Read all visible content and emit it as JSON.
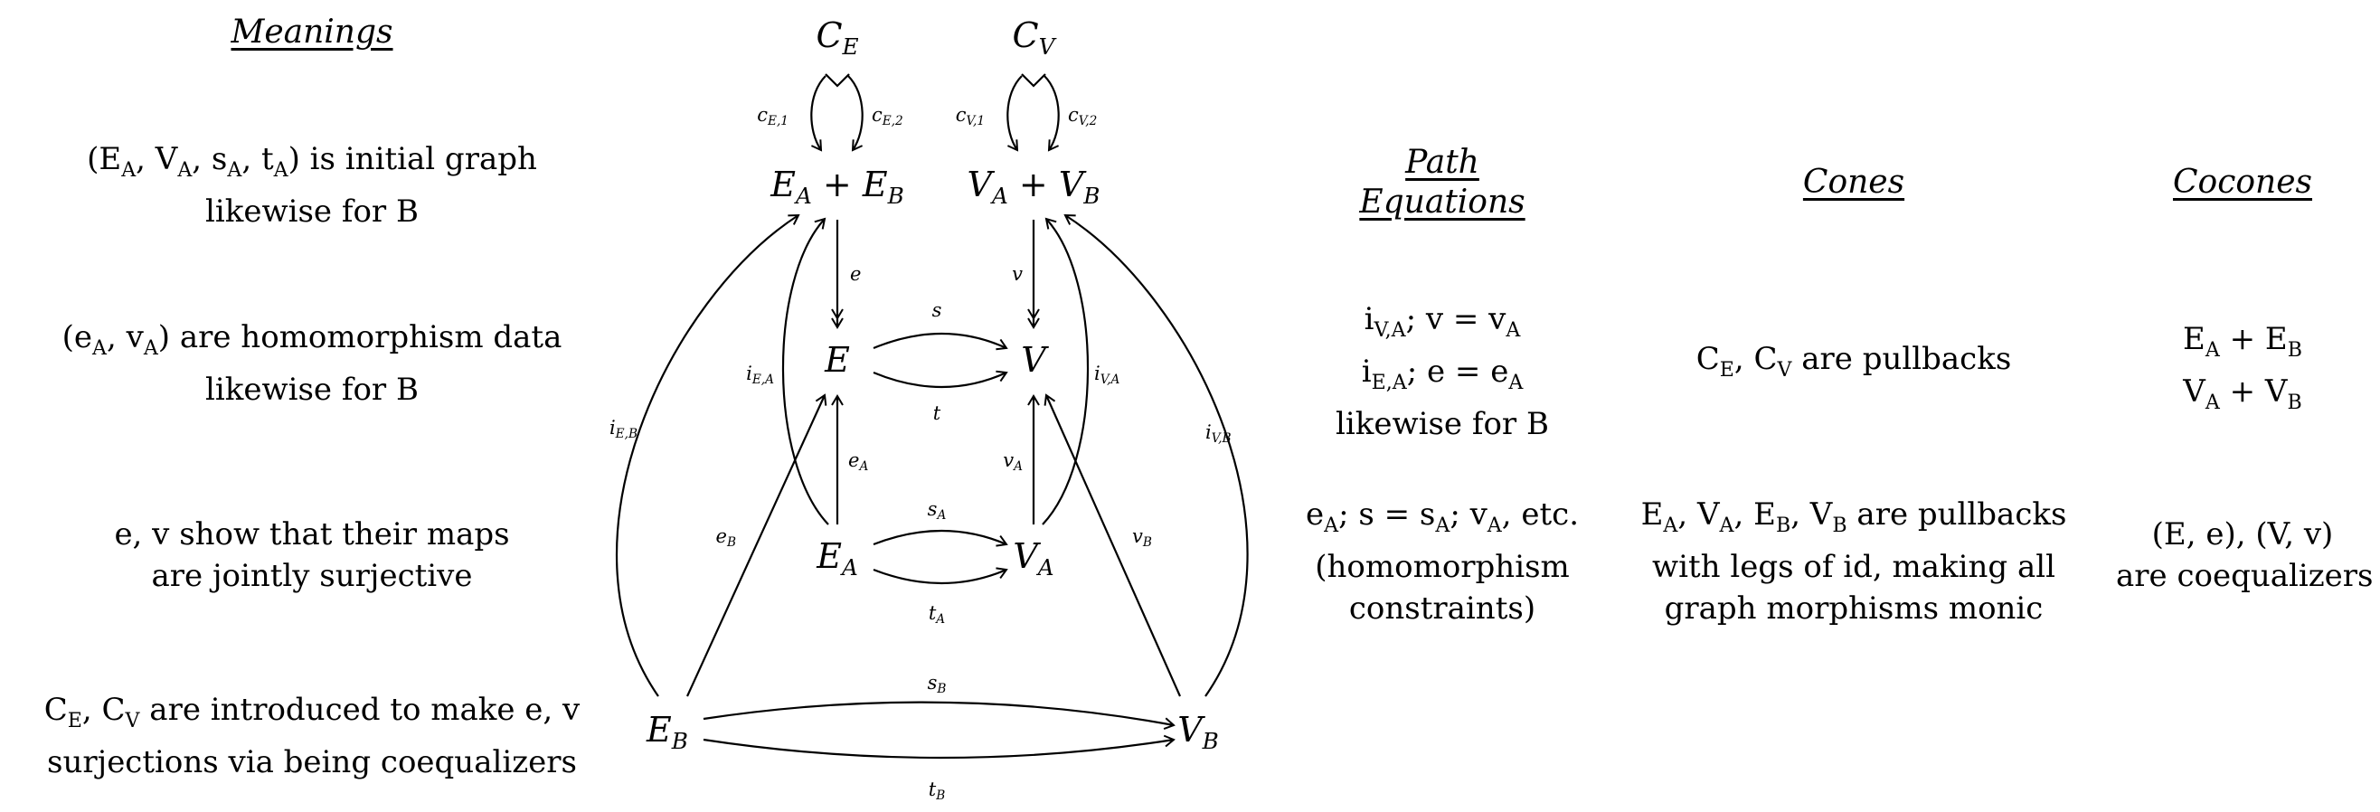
{
  "columns": {
    "meanings": {
      "header": "Meanings",
      "rows": [
        [
          "(E_A, V_A, s_A, t_A) is initial graph",
          "likewise for B"
        ],
        [
          "(e_A, v_A) are homomorphism data",
          "likewise for B"
        ],
        [
          "e, v show that their maps",
          "are jointly surjective"
        ],
        [
          "C_E, C_V are introduced to make e, v",
          "surjections via being coequalizers"
        ]
      ]
    },
    "path_equations": {
      "header_line1": "Path",
      "header_line2": "Equations",
      "rows": [
        [
          "i_{V,A}; v = v_A",
          "i_{E,A}; e = e_A",
          "likewise for B"
        ],
        [
          "e_A; s = s_A; v_A, etc.",
          "(homomorphism",
          "constraints)"
        ]
      ]
    },
    "cones": {
      "header": "Cones",
      "rows": [
        [
          "C_E, C_V are pullbacks"
        ],
        [
          "E_A, V_A, E_B, V_B are pullbacks",
          "with legs of id, making all",
          "graph morphisms monic"
        ]
      ]
    },
    "cocones": {
      "header": "Cocones",
      "rows": [
        [
          "E_A + E_B",
          "V_A + V_B"
        ],
        [
          "(E, e), (V, v)",
          "are coequalizers"
        ]
      ]
    }
  },
  "diagram": {
    "nodes": {
      "CE": "C_E",
      "CV": "C_V",
      "EAEB": "E_A + E_B",
      "VAVB": "V_A + V_B",
      "E": "E",
      "V": "V",
      "EA": "E_A",
      "VA": "V_A",
      "EB": "E_B",
      "VB": "V_B"
    },
    "arrows": {
      "cE1": "c_{E,1}",
      "cE2": "c_{E,2}",
      "cV1": "c_{V,1}",
      "cV2": "c_{V,2}",
      "e": "e",
      "v": "v",
      "s": "s",
      "t": "t",
      "iEA": "i_{E,A}",
      "iVA": "i_{V,A}",
      "iEB": "i_{E,B}",
      "iVB": "i_{V,B}",
      "eA": "e_A",
      "vA": "v_A",
      "eB": "e_B",
      "vB": "v_B",
      "sA": "s_A",
      "tA": "t_A",
      "sB": "s_B",
      "tB": "t_B"
    }
  }
}
